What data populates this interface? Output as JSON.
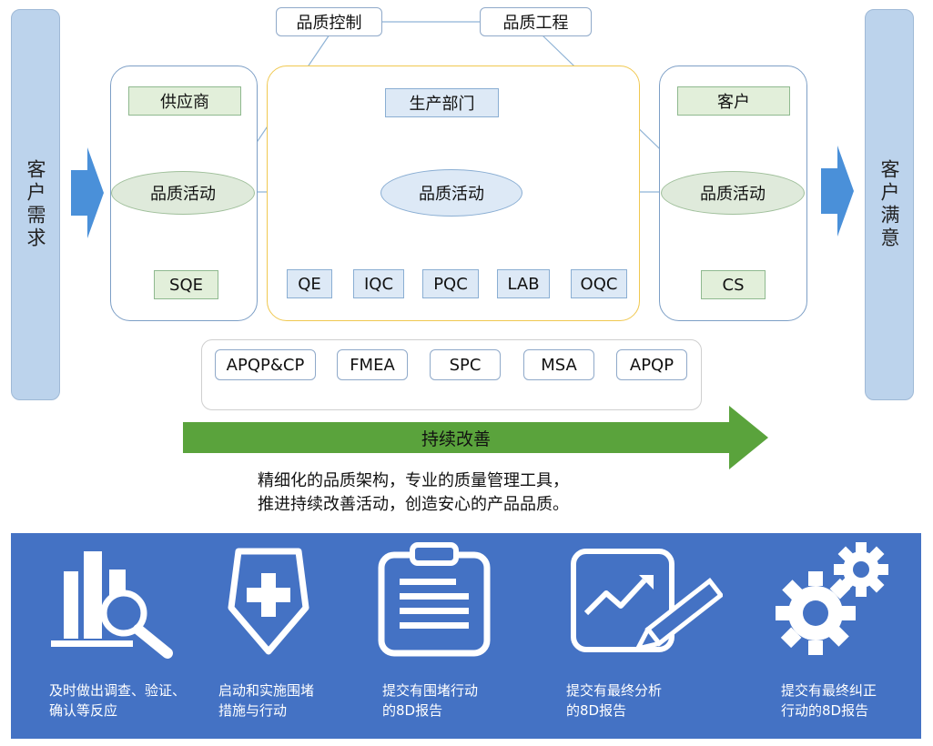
{
  "diagram": {
    "left_bar": "客户需求",
    "right_bar": "客户满意",
    "top_boxes": {
      "qc": "品质控制",
      "qe_eng": "品质工程"
    },
    "supplier": {
      "title": "供应商",
      "activity": "品质活动",
      "role": "SQE"
    },
    "production": {
      "title": "生产部门",
      "activity": "品质活动",
      "roles": [
        "QE",
        "IQC",
        "PQC",
        "LAB",
        "OQC"
      ]
    },
    "customer": {
      "title": "客户",
      "activity": "品质活动",
      "role": "CS"
    },
    "tools": [
      "APQP&CP",
      "FMEA",
      "SPC",
      "MSA",
      "APQP"
    ],
    "improvement": "持续改善",
    "caption": [
      "精细化的品质架构，专业的质量管理工具，",
      "推进持续改善活动，创造安心的产品品质。"
    ],
    "colors": {
      "side_bar": "#bcd3ec",
      "arrow_blue": "#4a90d9",
      "arrow_green": "#5aa33c",
      "banner": "#4472c4",
      "panel_border": "#7d9fc6",
      "production_border": "#f0c850"
    }
  },
  "banner": {
    "items": [
      {
        "icon": "bar-chart-magnifier-icon",
        "label": "及时做出调查、验证、\n确认等反应"
      },
      {
        "icon": "shield-plus-icon",
        "label": "启动和实施围堵\n措施与行动"
      },
      {
        "icon": "clipboard-icon",
        "label": "提交有围堵行动\n的8D报告"
      },
      {
        "icon": "chart-pen-icon",
        "label": "提交有最终分析\n的8D报告"
      },
      {
        "icon": "gears-icon",
        "label": "提交有最终纠正\n行动的8D报告"
      }
    ]
  }
}
